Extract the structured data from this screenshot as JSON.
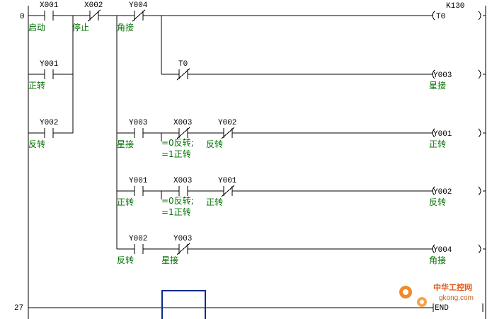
{
  "steps": {
    "first": "0",
    "end_rung": "27"
  },
  "contacts": {
    "start": {
      "device": "X001",
      "comment": "启动",
      "type": "NO"
    },
    "stop": {
      "device": "X002",
      "comment": "停止",
      "type": "NC"
    },
    "y004_nc": {
      "device": "Y004",
      "comment": "角接",
      "type": "NC"
    },
    "y001_seal": {
      "device": "Y001",
      "comment": "正转",
      "type": "NO"
    },
    "y002_seal": {
      "device": "Y002",
      "comment": "反转",
      "type": "NO"
    },
    "t0_nc": {
      "device": "T0",
      "comment": "",
      "type": "NC"
    },
    "y003_r3": {
      "device": "Y003",
      "comment": "星接",
      "type": "NO"
    },
    "x003_r3": {
      "device": "X003",
      "comment": "=0反转;",
      "comment2": "=1正转",
      "type": "NC"
    },
    "y002_r3": {
      "device": "Y002",
      "comment": "反转",
      "type": "NC"
    },
    "y001_r4": {
      "device": "Y001",
      "comment": "正转",
      "type": "NO"
    },
    "x003_r4": {
      "device": "X003",
      "comment": "=0反转;",
      "comment2": "=1正转",
      "type": "NO"
    },
    "y001_r4b": {
      "device": "Y001",
      "comment": "正转",
      "type": "NC"
    },
    "y002_r5": {
      "device": "Y002",
      "comment": "反转",
      "type": "NO"
    },
    "y003_r5": {
      "device": "Y003",
      "comment": "星接",
      "type": "NC"
    }
  },
  "coils": {
    "timer": {
      "name": "T0",
      "setting": "K130",
      "comment": ""
    },
    "y003": {
      "name": "Y003",
      "comment": "星接"
    },
    "y001": {
      "name": "Y001",
      "comment": "正转"
    },
    "y002": {
      "name": "Y002",
      "comment": "反转"
    },
    "y004": {
      "name": "Y004",
      "comment": "角接"
    },
    "end": {
      "name": "END"
    }
  },
  "watermark": {
    "brand": "中华工控网",
    "url": "gkong.com"
  },
  "colors": {
    "comment": "#007000",
    "cursor": "#0a2a8c",
    "line": "#000000",
    "watermark": "#e6591a"
  }
}
